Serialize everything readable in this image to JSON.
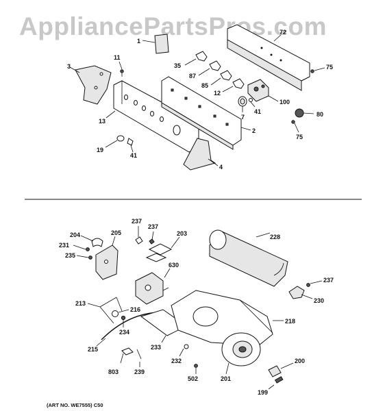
{
  "watermark": "AppliancePartsPros.com",
  "art_number": "(ART NO. WE7555) C50",
  "callouts": {
    "p1": "1",
    "p72": "72",
    "p75a": "75",
    "p35": "35",
    "p87": "87",
    "p85": "85",
    "p12": "12",
    "p7": "7",
    "p41a": "41",
    "p100": "100",
    "p80": "80",
    "p75b": "75",
    "p3": "3",
    "p11": "11",
    "p13": "13",
    "p19": "19",
    "p41b": "41",
    "p2": "2",
    "p4": "4",
    "p204": "204",
    "p205": "205",
    "p237a": "237",
    "p237b": "237",
    "p203": "203",
    "p228": "228",
    "p231": "231",
    "p235": "235",
    "p630": "630",
    "p237c": "237",
    "p230": "230",
    "p213": "213",
    "p216": "216",
    "p234": "234",
    "p218": "218",
    "p215": "215",
    "p233": "233",
    "p232": "232",
    "p200": "200",
    "p803": "803",
    "p239": "239",
    "p502": "502",
    "p201": "201",
    "p199": "199"
  }
}
